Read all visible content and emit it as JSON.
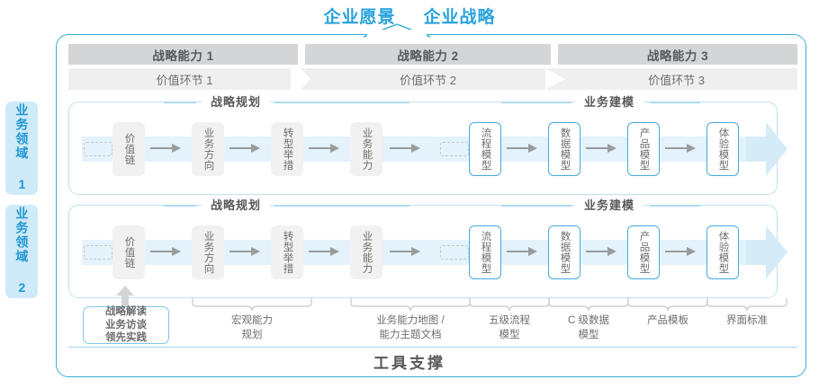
{
  "title": {
    "part1": "企业愿景",
    "part2": "企业战略",
    "color": "#29a3dc"
  },
  "capabilities": [
    {
      "label": "战略能力 1"
    },
    {
      "label": "战略能力 2"
    },
    {
      "label": "战略能力 3"
    }
  ],
  "value_chain": [
    {
      "label": "价值环节 1"
    },
    {
      "label": "价值环节 2"
    },
    {
      "label": "价值环节 3"
    }
  ],
  "domains": [
    {
      "label": "业务领域 1"
    },
    {
      "label": "业务领域 2"
    }
  ],
  "sections": [
    {
      "label": "战略规划"
    },
    {
      "label": "业务建模"
    }
  ],
  "row0": {
    "nodes": [
      {
        "label": "价值链",
        "style": "gray"
      },
      {
        "label": "业务方向",
        "style": "gray"
      },
      {
        "label": "转型举措",
        "style": "gray"
      },
      {
        "label": "业务能力",
        "style": "gray"
      },
      {
        "label": "流程模型",
        "style": "blue"
      },
      {
        "label": "数据模型",
        "style": "blue"
      },
      {
        "label": "产品模型",
        "style": "blue"
      },
      {
        "label": "体验模型",
        "style": "blue"
      }
    ]
  },
  "row1": {
    "nodes": [
      {
        "label": "价值链",
        "style": "gray"
      },
      {
        "label": "业务方向",
        "style": "gray"
      },
      {
        "label": "转型举措",
        "style": "gray"
      },
      {
        "label": "业务能力",
        "style": "gray"
      },
      {
        "label": "流程模型",
        "style": "blue"
      },
      {
        "label": "数据模型",
        "style": "blue"
      },
      {
        "label": "产品模型",
        "style": "blue"
      },
      {
        "label": "体验模型",
        "style": "blue"
      }
    ]
  },
  "tools": {
    "box": "战略解读\n业务访谈\n领先实践",
    "labels": [
      {
        "text": "宏观能力\n规划"
      },
      {
        "text": "业务能力地图 /\n能力主题文档"
      },
      {
        "text": "五级流程\n模型"
      },
      {
        "text": "C 级数据\n模型"
      },
      {
        "text": "产品模板"
      },
      {
        "text": "界面标准"
      }
    ],
    "support_label": "工具支撑"
  },
  "colors": {
    "accent_blue": "#29a3dc",
    "frame_blue": "#3aaed8",
    "band_blue": "#e3f2fb",
    "tab_blue": "#cfeaf8",
    "bar_gray": "#d4d5d6",
    "seg_gray": "#efefef",
    "text_gray": "#58595b"
  }
}
